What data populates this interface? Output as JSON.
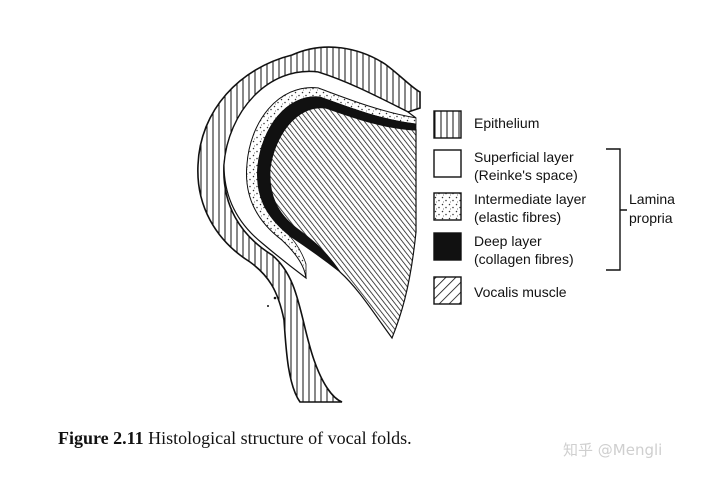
{
  "legend": {
    "items": [
      {
        "key": "epithelium",
        "lines": [
          "Epithelium"
        ]
      },
      {
        "key": "superficial",
        "lines": [
          "Superficial layer",
          "(Reinke's space)"
        ]
      },
      {
        "key": "intermediate",
        "lines": [
          "Intermediate layer",
          "(elastic fibres)"
        ]
      },
      {
        "key": "deep",
        "lines": [
          "Deep layer",
          "(collagen fibres)"
        ]
      },
      {
        "key": "muscle",
        "lines": [
          "Vocalis muscle"
        ]
      }
    ],
    "group_label": [
      "Lamina",
      "propria"
    ]
  },
  "caption": {
    "figure_number": "Figure 2.11",
    "text": "Histological structure of vocal folds."
  },
  "watermark": "知乎 @Mengli",
  "colors": {
    "ink": "#111111",
    "background": "#ffffff",
    "watermark": "#cfcfcf"
  }
}
